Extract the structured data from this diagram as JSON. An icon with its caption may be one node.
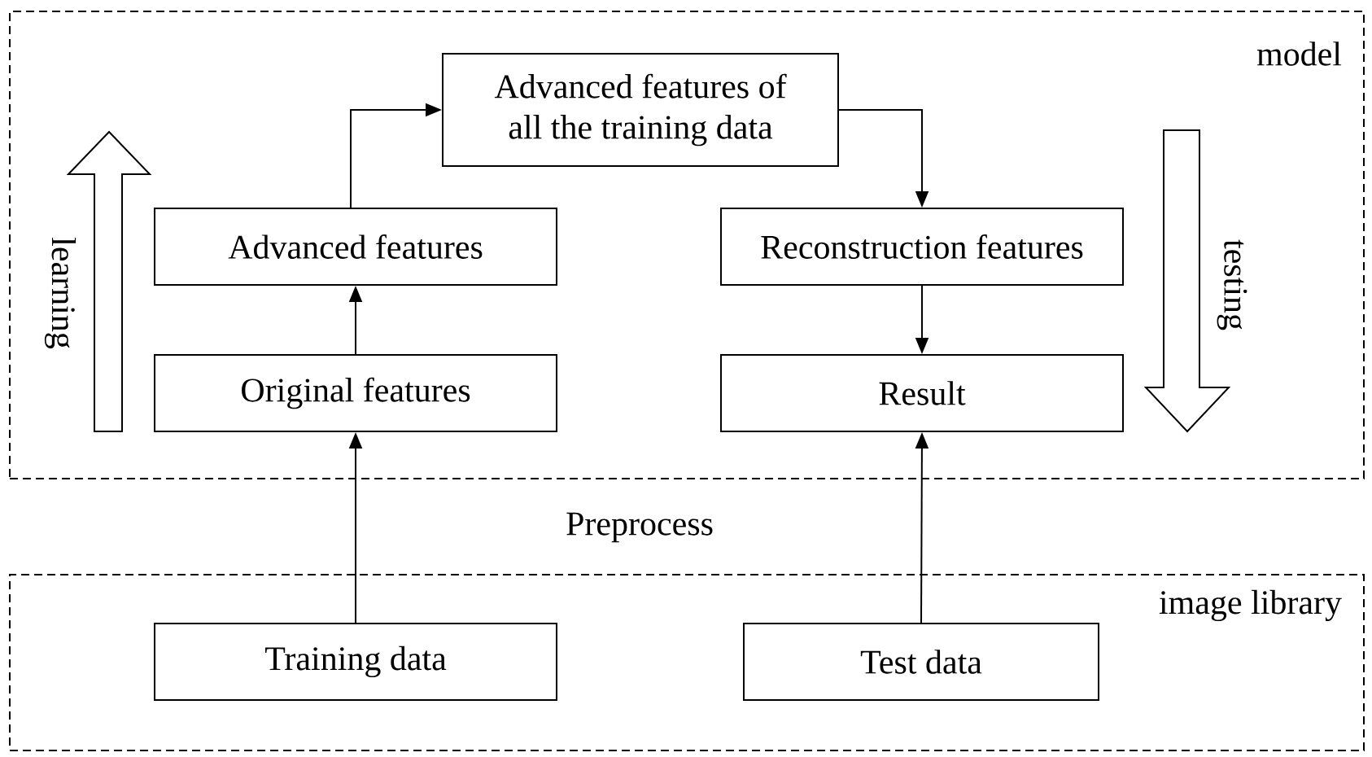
{
  "diagram": {
    "nodes": [
      {
        "text": [
          "model"
        ]
      },
      {
        "text": [
          "Advanced features of all the training data"
        ],
        "in": 0
      },
      {
        "text": [
          "Advanced features"
        ],
        "in": 0
      },
      {
        "text": [
          "Reconstruction features"
        ],
        "in": 0
      },
      {
        "text": [
          "Original features"
        ],
        "in": 0
      },
      {
        "text": [
          "Result"
        ],
        "in": 0
      },
      {
        "text": [
          "image library"
        ]
      },
      {
        "text": [
          "Training data"
        ],
        "in": 6
      },
      {
        "text": [
          "Test data"
        ],
        "in": 6
      }
    ],
    "edges": [
      {
        "from": 7,
        "to": 4,
        "arrow": "to"
      },
      {
        "from": 4,
        "to": 2,
        "arrow": "to"
      },
      {
        "from": 2,
        "to": 1,
        "arrow": "to"
      },
      {
        "from": 1,
        "to": 3,
        "arrow": "to"
      },
      {
        "from": 3,
        "to": 5,
        "arrow": "to"
      },
      {
        "from": 8,
        "to": 5,
        "arrow": "to"
      }
    ],
    "labels": [
      "learning",
      "testing",
      "Preprocess"
    ]
  }
}
